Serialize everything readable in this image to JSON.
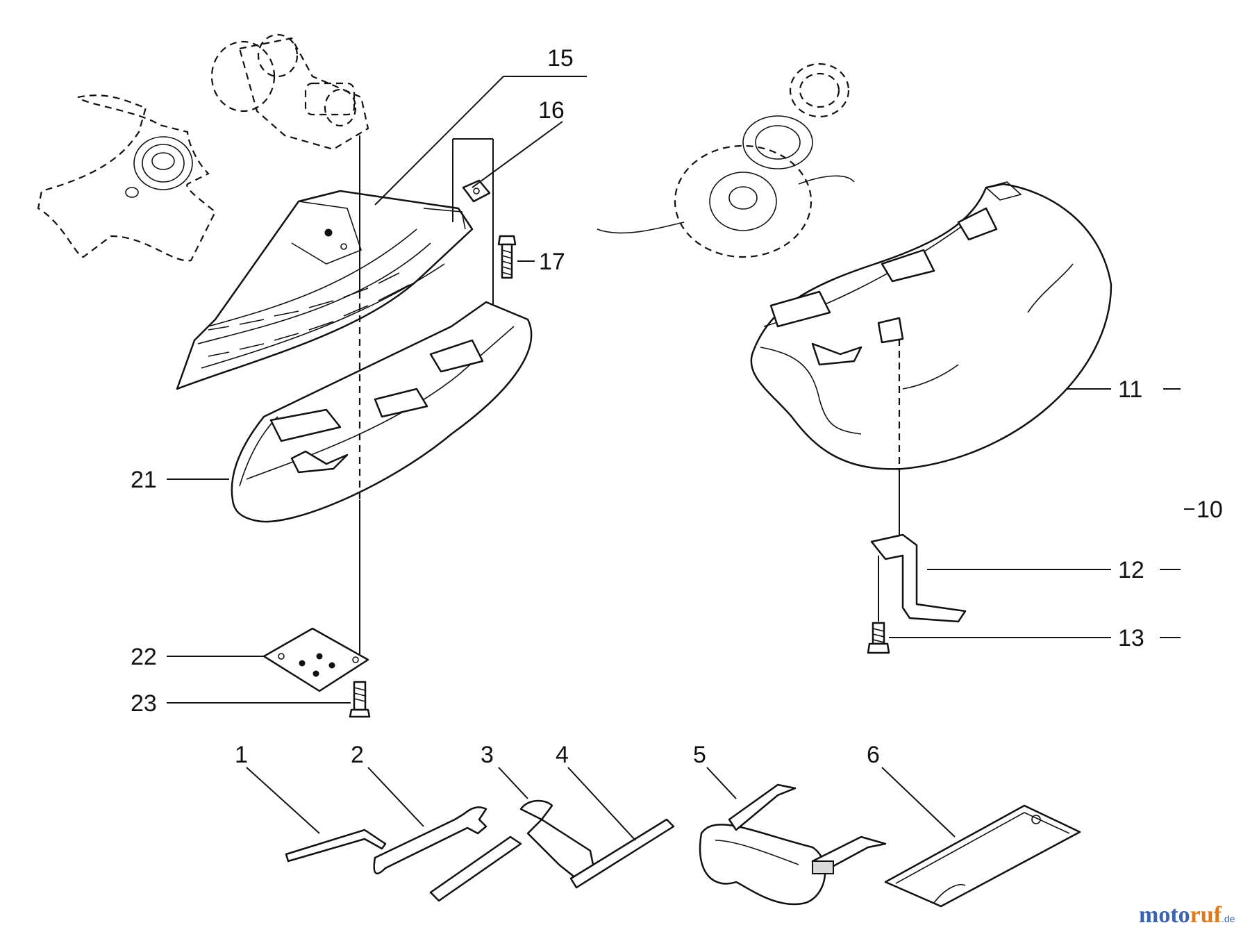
{
  "labels": {
    "p1": "1",
    "p2": "2",
    "p3": "3",
    "p4": "4",
    "p5": "5",
    "p6": "6",
    "p10": "10",
    "p11": "11",
    "p12": "12",
    "p13": "13",
    "p15": "15",
    "p16": "16",
    "p17": "17",
    "p21": "21",
    "p22": "22",
    "p23": "23"
  },
  "watermark": {
    "part_a": "moto",
    "part_b": "ruf",
    "suffix": ".de"
  },
  "colors": {
    "line": "#111111",
    "watermark_blue": "#3a63b0",
    "watermark_orange": "#e07a1c"
  }
}
